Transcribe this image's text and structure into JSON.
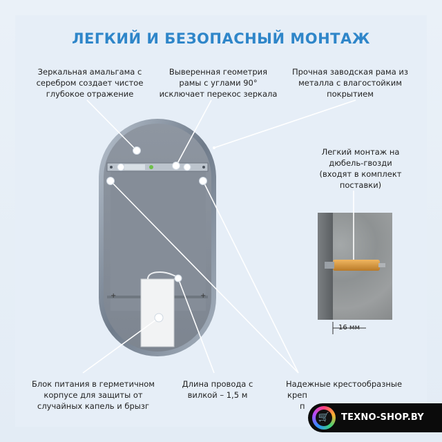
{
  "title": "ЛЕГКИЙ И БЕЗОПАСНЫЙ МОНТАЖ",
  "captions": {
    "amalgam": [
      "Зеркальная амальгама с",
      "серебром создает чистое",
      "глубокое отражение"
    ],
    "geometry": [
      "Выверенная геометрия",
      "рамы с углами 90°",
      "исключает перекос зеркала"
    ],
    "frame": [
      "Прочная заводская рама из",
      "металла с влагостойким",
      "покрытием"
    ],
    "mounting": [
      "Легкий монтаж на",
      "дюбель-гвозди",
      "(входят в комплект",
      "поставки)"
    ],
    "power": [
      "Блок питания в герметичном",
      "корпусе для защиты от",
      "случайных капель и брызг"
    ],
    "cable": [
      "Длина провода с",
      "вилкой – 1,5 м"
    ],
    "brackets": [
      "Надежные крестообразные",
      "креп",
      "п"
    ]
  },
  "dimension_label": "16 мм",
  "logo": {
    "text": "TEXNO-SHOP.BY",
    "icon": "shopping-cart-icon"
  },
  "colors": {
    "title": "#2f86c9",
    "background": "#e6eef7",
    "mirror_frame": "#7f8a9a"
  }
}
